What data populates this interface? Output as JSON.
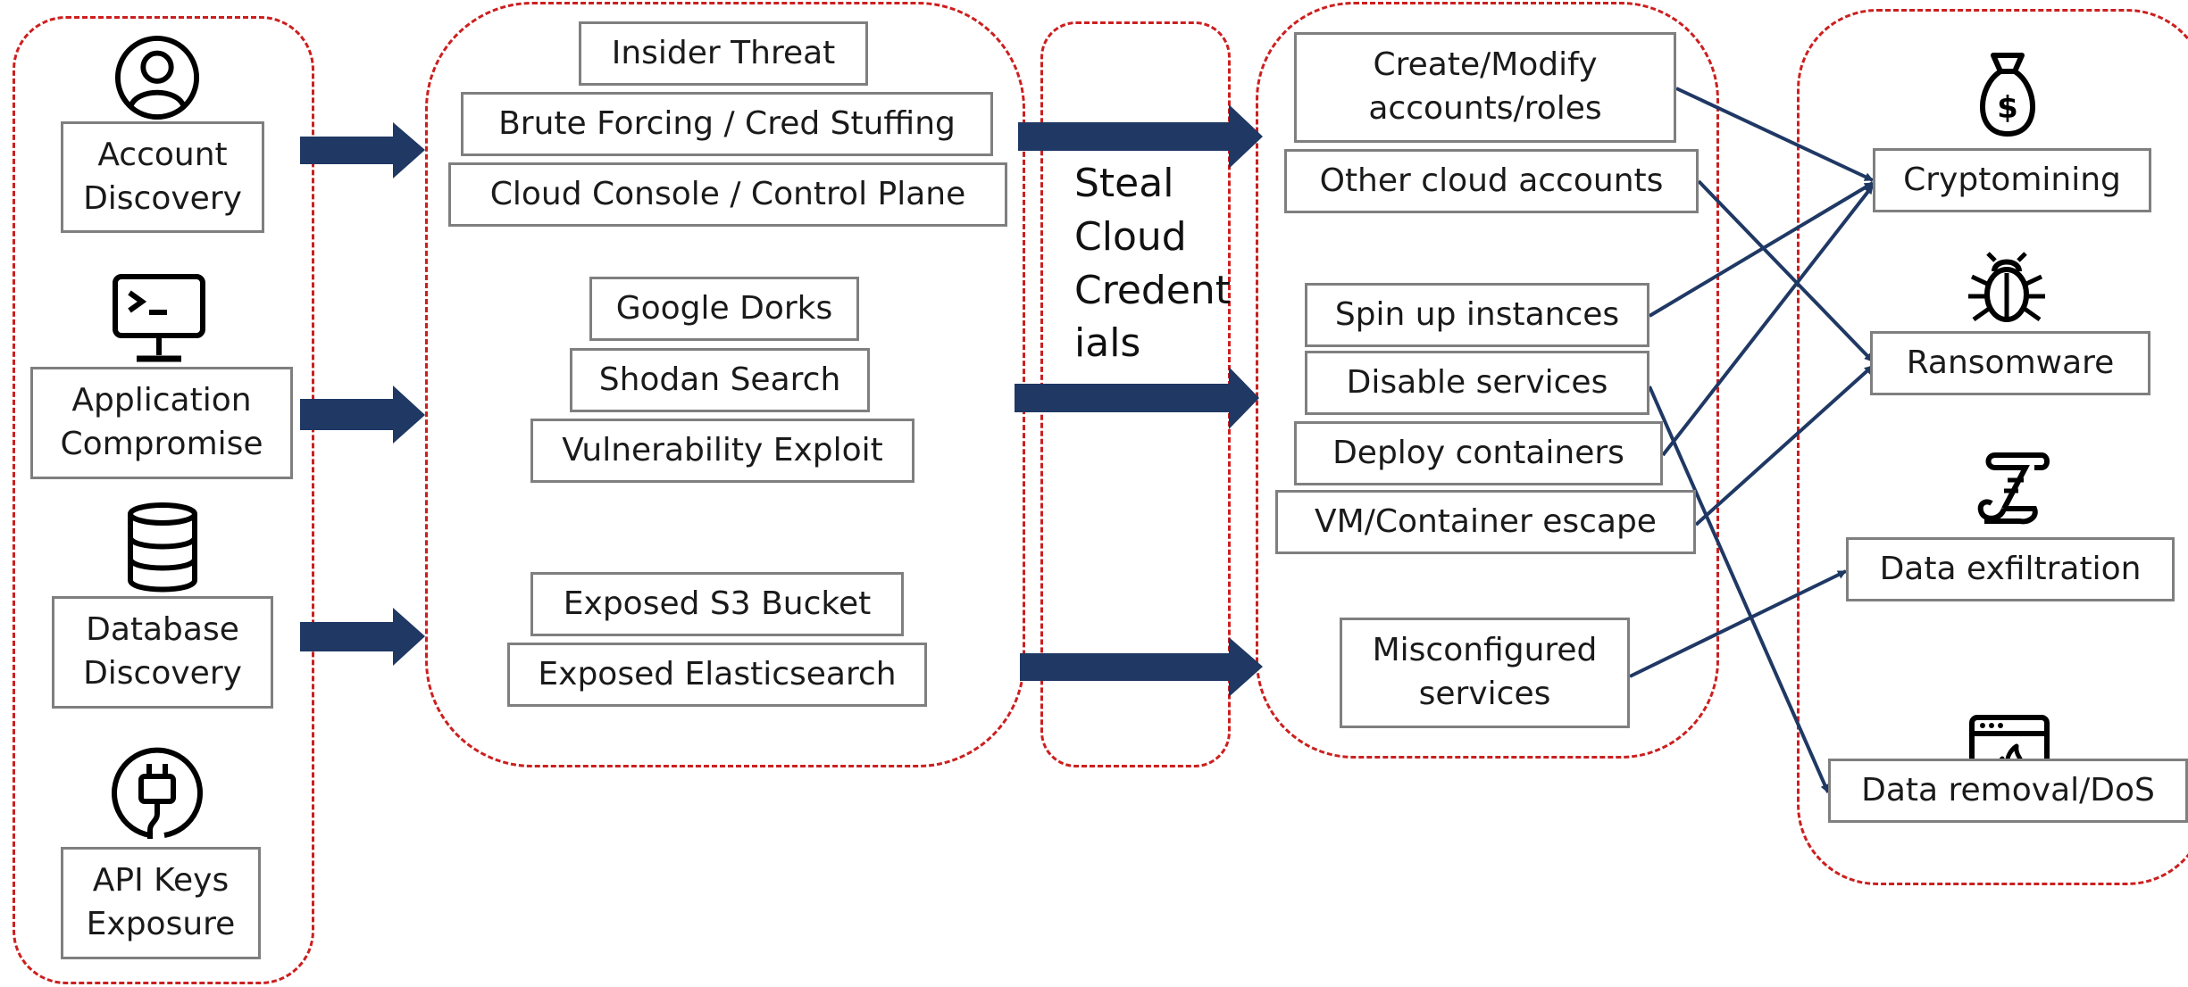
{
  "sources": {
    "account": "Account\nDiscovery",
    "application": "Application\nCompromise",
    "database": "Database\nDiscovery",
    "api": "API Keys\nExposure"
  },
  "vectors": {
    "insider": "Insider Threat",
    "brute": "Brute Forcing / Cred Stuffing",
    "console": "Cloud Console / Control Plane",
    "dorks": "Google Dorks",
    "shodan": "Shodan Search",
    "vuln": "Vulnerability Exploit",
    "s3": "Exposed S3 Bucket",
    "elastic": "Exposed Elasticsearch"
  },
  "middle": {
    "steal": "Steal\nCloud\nCredent\nials"
  },
  "actions": {
    "create": "Create/Modify\naccounts/roles",
    "other": "Other cloud accounts",
    "spin": "Spin up instances",
    "disable": "Disable services",
    "deploy": "Deploy containers",
    "escape": "VM/Container escape",
    "misconf": "Misconfigured\nservices"
  },
  "impacts": {
    "crypto": "Cryptomining",
    "ransom": "Ransomware",
    "exfil": "Data exfiltration",
    "removal": "Data removal/DoS"
  },
  "icons": {
    "account": "user-icon",
    "application": "monitor-terminal-icon",
    "database": "database-icon",
    "api": "power-plug-icon",
    "crypto": "money-bag-icon",
    "ransom": "bug-icon",
    "exfil": "scroll-icon",
    "removal": "browser-fire-icon"
  },
  "colors": {
    "dashed_border": "#cc1f1f",
    "arrow": "#1f3864",
    "box_border": "#7f7f7f"
  }
}
